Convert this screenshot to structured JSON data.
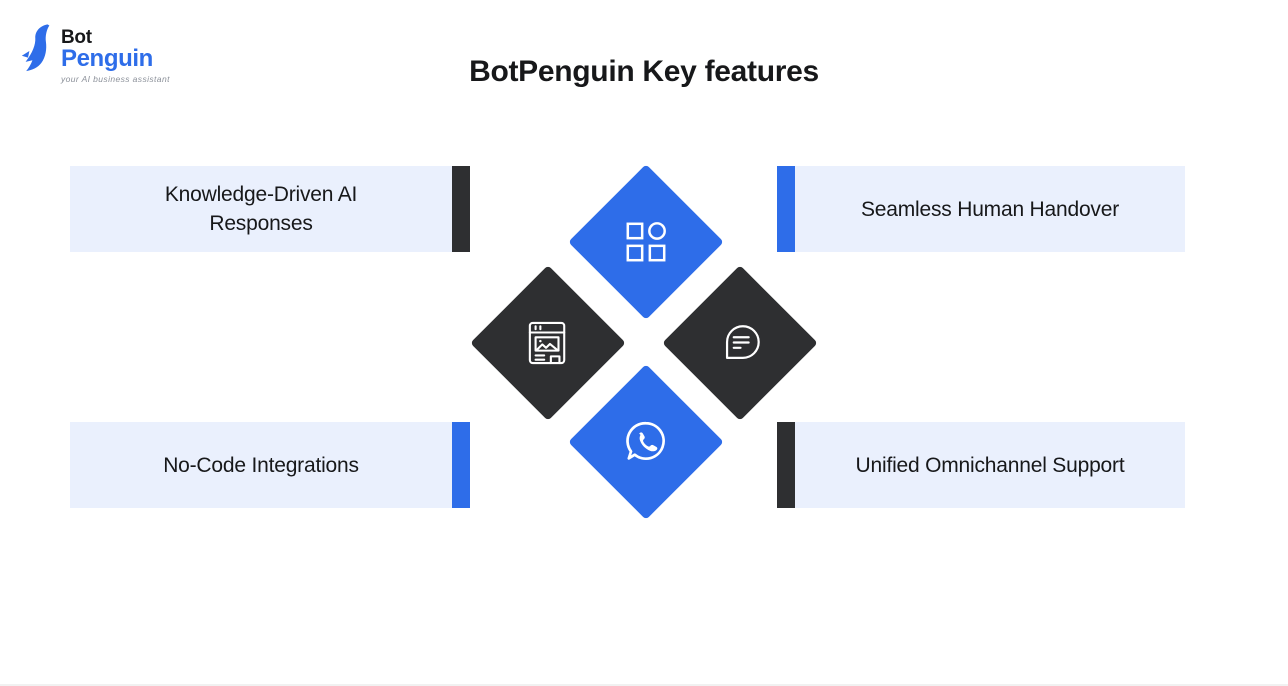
{
  "logo": {
    "bot": "Bot",
    "penguin": "Penguin",
    "tagline": "your AI business assistant"
  },
  "title": "BotPenguin Key features",
  "features": [
    {
      "label": "Knowledge-Driven AI Responses",
      "position": "top-left",
      "accent_color": "dark",
      "accent_side": "right"
    },
    {
      "label": "Seamless Human Handover",
      "position": "top-right",
      "accent_color": "blue",
      "accent_side": "left"
    },
    {
      "label": "No-Code Integrations",
      "position": "bottom-left",
      "accent_color": "blue",
      "accent_side": "right"
    },
    {
      "label": "Unified Omnichannel Support",
      "position": "bottom-right",
      "accent_color": "dark",
      "accent_side": "left"
    }
  ],
  "diamonds": [
    {
      "icon": "category-grid-icon",
      "color": "blue",
      "position": "top"
    },
    {
      "icon": "webpage-image-icon",
      "color": "dark",
      "position": "left"
    },
    {
      "icon": "chat-bubble-icon",
      "color": "dark",
      "position": "right"
    },
    {
      "icon": "whatsapp-icon",
      "color": "blue",
      "position": "bottom"
    }
  ],
  "colors": {
    "blue": "#2e6de9",
    "dark": "#2e2f31",
    "panel_light_blue": "#eaf0fd",
    "text": "#17181a"
  }
}
